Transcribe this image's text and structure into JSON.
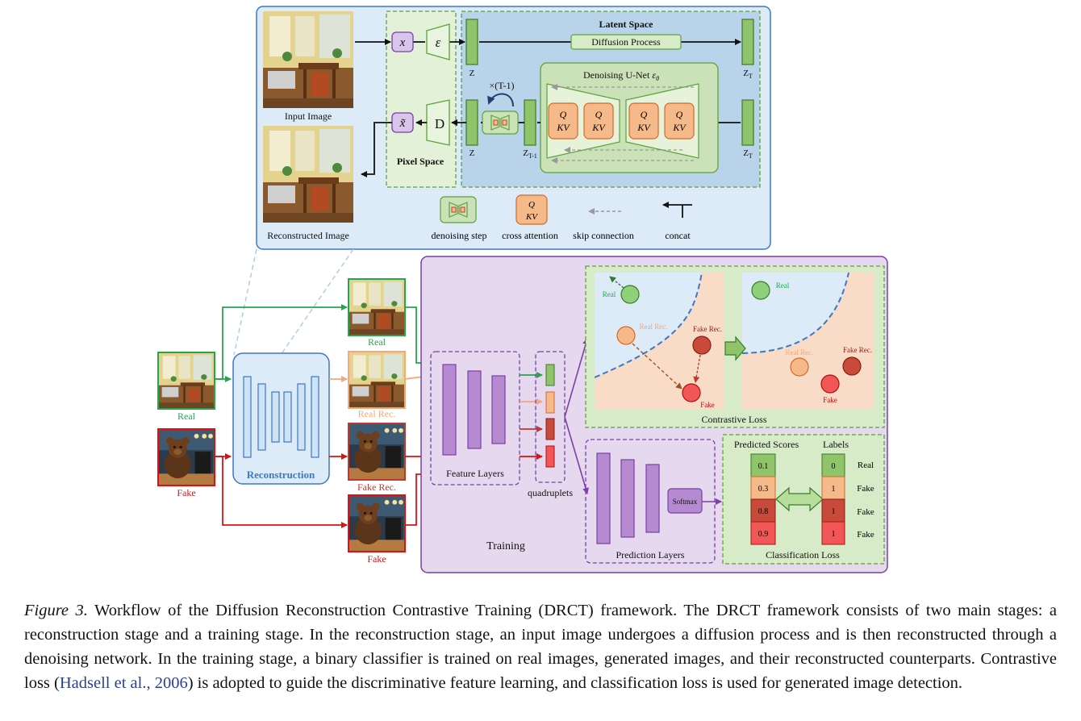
{
  "figure": {
    "latent_space_title": "Latent Space",
    "diffusion_process": "Diffusion Process",
    "denoising_unet": "Denoising U-Net",
    "denoising_unet_symbol": "ε",
    "denoising_unet_sub": "θ",
    "pixel_space": "Pixel Space",
    "x_label": "x",
    "x_tilde_label": "x̃",
    "encoder_label": "ε",
    "decoder_label": "D",
    "z_label": "Z",
    "zt_label": "Z",
    "zt_sub": "T",
    "zt1_label": "Z",
    "zt1_sub": "T-1",
    "repeat_label": "×(T-1)",
    "input_image": "Input Image",
    "reconstructed_image": "Reconstructed Image",
    "ca_q": "Q",
    "ca_kv": "KV",
    "legend": {
      "denoising_step": "denoising step",
      "cross_attention": "cross attention",
      "skip_connection": "skip connection",
      "concat": "concat"
    },
    "reconstruction": "Reconstruction",
    "real": "Real",
    "fake": "Fake",
    "real_rec": "Real Rec.",
    "fake_rec": "Fake Rec.",
    "training": "Training",
    "feature_layers": "Feature Layers",
    "quadruplets": "quadruplets",
    "contrastive_loss": "Contrastive Loss",
    "prediction_layers": "Prediction Layers",
    "softmax": "Softmax",
    "predicted_scores": "Predicted Scores",
    "labels": "Labels",
    "classification_loss": "Classification Loss",
    "scores": [
      "0.1",
      "0.3",
      "0.8",
      "0.9"
    ],
    "label_values": [
      "0",
      "1",
      "1",
      "1"
    ],
    "label_names": [
      "Real",
      "Fake",
      "Fake",
      "Fake"
    ]
  },
  "caption": {
    "lead": "Figure 3.",
    "text_1": " Workflow of the Diffusion Reconstruction Contrastive Training (DRCT) framework. The DRCT framework consists of two main stages: a reconstruction stage and a training stage. In the reconstruction stage, an input image undergoes a diffusion process and is then reconstructed through a denoising network. In the training stage, a binary classifier is trained on real images, generated images, and their reconstructed counterparts. Contrastive loss  (",
    "citation": "Hadsell et al., 2006",
    "text_2": ") is adopted to guide the discriminative feature learning, and classification loss is used for generated image detection."
  },
  "colors": {
    "real_green": "#22a84a",
    "fake_red": "#e01010",
    "real_rec_orange": "#f5a878",
    "fake_rec_red": "#c0392b",
    "purple": "#7b3fa8",
    "blue": "#3b78c6",
    "light_blue_bg": "#dcebf7",
    "latent_bg": "#b8d3ea",
    "pixel_bg": "#e3f1d8",
    "train_bg": "#e6d8ee"
  }
}
